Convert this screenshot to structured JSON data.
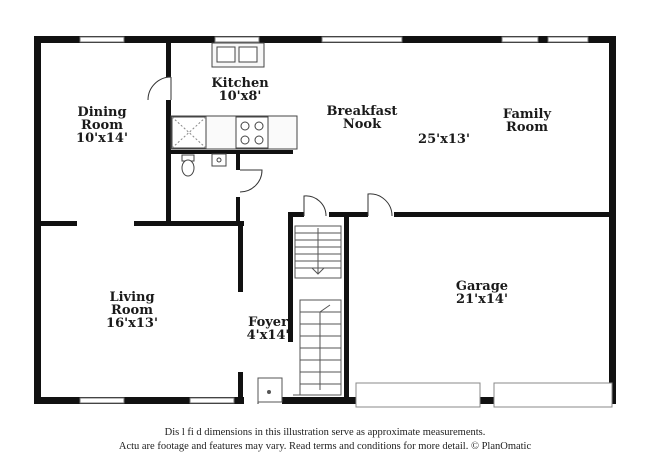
{
  "rooms": {
    "kitchen": {
      "name": "Kitchen",
      "dims": "10'x8'"
    },
    "dining": {
      "name_line1": "Dining",
      "name_line2": "Room",
      "dims": "10'x14'"
    },
    "breakfast": {
      "name_line1": "Breakfast",
      "name_line2": "Nook"
    },
    "family": {
      "name_line1": "Family",
      "name_line2": "Room",
      "dims": "25'x13'"
    },
    "living": {
      "name_line1": "Living",
      "name_line2": "Room",
      "dims": "16'x13'"
    },
    "foyer": {
      "name": "Foyer",
      "dims": "4'x14'"
    },
    "garage": {
      "name": "Garage",
      "dims": "21'x14'"
    }
  },
  "disclaimer": {
    "line1": "Dis    l    fi    d dimensions in this illustration serve as approximate measurements.",
    "line2": "Actu    are footage and features may vary. Read terms and conditions for more detail. © PlanOmatic"
  },
  "colors": {
    "wall": "#111111",
    "fixture": "#555555",
    "window": "#888888"
  }
}
